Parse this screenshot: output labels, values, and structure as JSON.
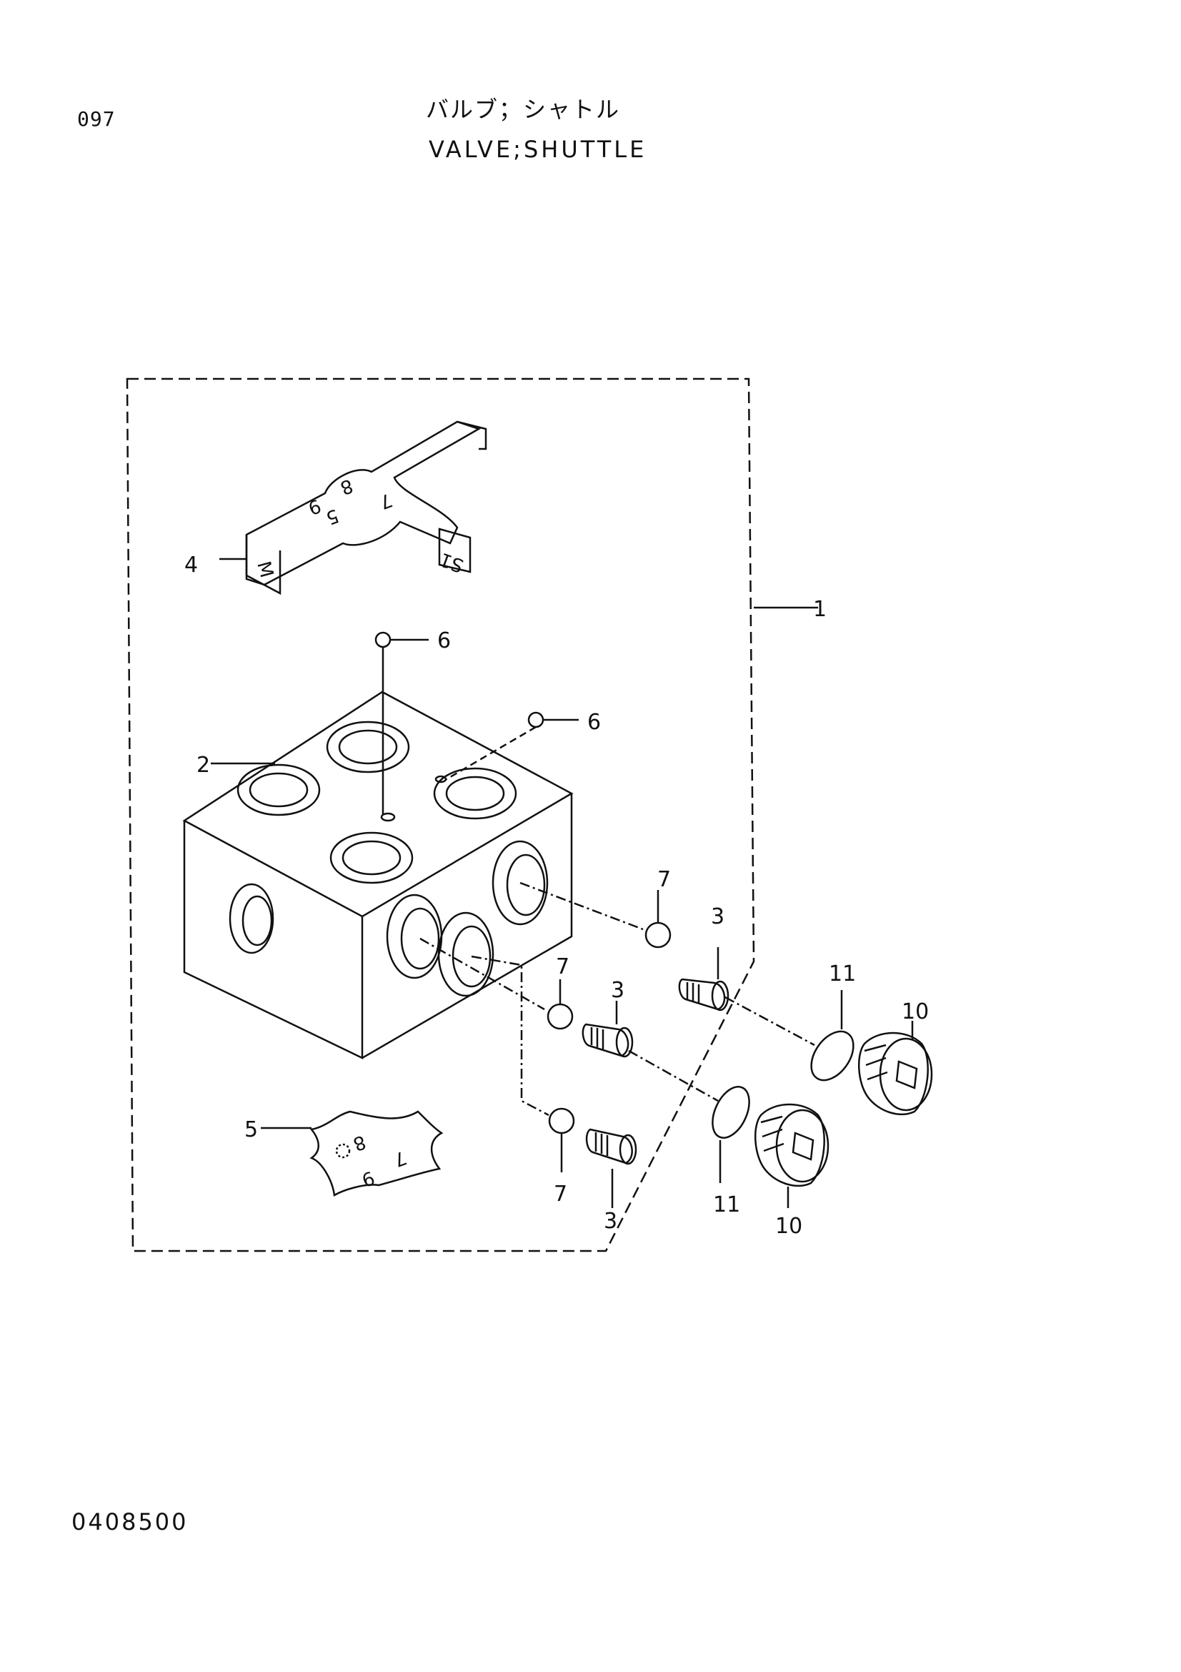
{
  "header": {
    "page_number": "097",
    "title_jp": "バルブ；シャトル",
    "title_en": "VALVE;SHUTTLE"
  },
  "footer": {
    "drawing_number": "0408500"
  },
  "callouts": {
    "c1": "1",
    "c2": "2",
    "c3a": "3",
    "c3b": "3",
    "c3c": "3",
    "c4": "4",
    "c5": "5",
    "c6a": "6",
    "c6b": "6",
    "c7a": "7",
    "c7b": "7",
    "c7c": "7",
    "c10a": "10",
    "c10b": "10",
    "c11a": "11",
    "c11b": "11"
  },
  "nameplate_4": {
    "marks": [
      "9",
      "8",
      "5",
      "7",
      "M",
      "S1"
    ]
  },
  "nameplate_5": {
    "marks": [
      "8",
      "9",
      "7"
    ]
  }
}
